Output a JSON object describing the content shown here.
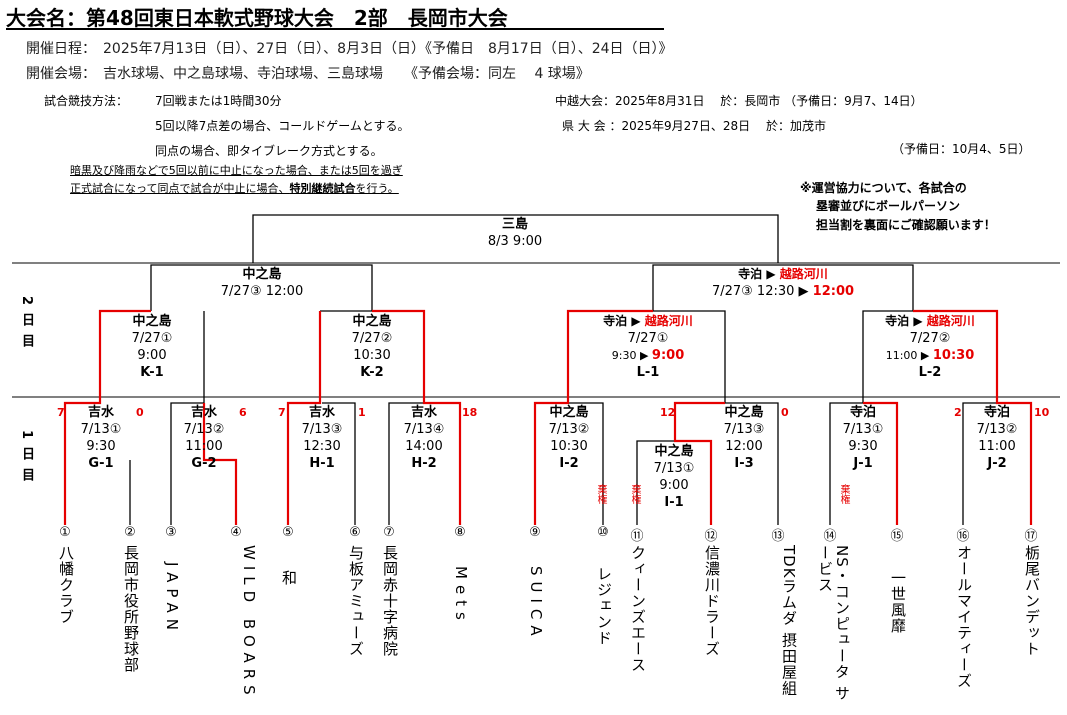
{
  "title": "大会名：第48回東日本軟式野球大会　2部　長岡市大会",
  "dates": "開催日程：　2025年7月13日（日）、27日（日）、8月3日（日）《予備日　8月17日（日）、24日（日）》",
  "venues": "開催会場：　吉水球場、中之島球場、寺泊球場、三島球場　　《予備会場：同左　 4 球場》",
  "rules": {
    "label": "試合競技方法：",
    "line1": "7回戦または1時間30分",
    "line2": "5回以降7点差の場合、コールドゲームとする。",
    "line3": "同点の場合、即タイブレーク方式とする。",
    "note1": "暗黒及び降雨などで5回以前に中止になった場合、または5回を過ぎ",
    "note2a": "正式試合になって同点で試合が中止に場合、",
    "note2b": "特別継続試合",
    "note2c": "を行う。"
  },
  "upper": {
    "chuetsu": "中越大会：2025年8月31日　 於：長岡市 （予備日：9月7、14日）",
    "ken": "県 大 会 ：2025年9月27日、28日　 於：加茂市",
    "ken_reserve": "（予備日：10月4、5日）"
  },
  "notice": {
    "line1": "※運営協力について、各試合の",
    "line2": "塁審並びにボールパーソン",
    "line3": "担当割を裏面にご確認願います！"
  },
  "day_labels": {
    "day2": "2日目",
    "day1": "1日目"
  },
  "final": {
    "venue": "三島",
    "time": "8/3 9:00"
  },
  "semis": {
    "left": {
      "venue": "中之島",
      "time": "7/27③ 12:00"
    },
    "right": {
      "venue_old": "寺泊",
      "arrow": "▶",
      "venue_new": "越路河川",
      "time_old": "7/27③ 12:30",
      "time_arrow": "▶",
      "time_new": "12:00"
    }
  },
  "quarters": {
    "k1": {
      "venue": "中之島",
      "date": "7/27①",
      "time": "9:00",
      "id": "K-1"
    },
    "k2": {
      "venue": "中之島",
      "date": "7/27②",
      "time": "10:30",
      "id": "K-2"
    },
    "l1": {
      "venue_old": "寺泊",
      "arrow": "▶",
      "venue_new": "越路河川",
      "date": "7/27①",
      "time_old": "9:30",
      "time_arrow": "▶",
      "time_new": "9:00",
      "id": "L-1"
    },
    "l2": {
      "venue_old": "寺泊",
      "arrow": "▶",
      "venue_new": "越路河川",
      "date": "7/27②",
      "time_old": "11:00",
      "time_arrow": "▶",
      "time_new": "10:30",
      "id": "L-2"
    }
  },
  "round1": {
    "g1": {
      "venue": "吉水",
      "date": "7/13①",
      "time": "9:30",
      "id": "G-1",
      "score_l": "7",
      "score_r": "0"
    },
    "g2": {
      "venue": "吉水",
      "date": "7/13②",
      "time": "11:00",
      "id": "G-2",
      "score_l": "",
      "score_r": "6"
    },
    "h1": {
      "venue": "吉水",
      "date": "7/13③",
      "time": "12:30",
      "id": "H-1",
      "score_l": "7",
      "score_r": "1"
    },
    "h2": {
      "venue": "吉水",
      "date": "7/13④",
      "time": "14:00",
      "id": "H-2",
      "score_l": "",
      "score_r": "18"
    },
    "i2": {
      "venue": "中之島",
      "date": "7/13②",
      "time": "10:30",
      "id": "I-2",
      "kiken": "棄権"
    },
    "i1": {
      "venue": "中之島",
      "date": "7/13①",
      "time": "9:00",
      "id": "I-1",
      "kiken": "棄権"
    },
    "i3": {
      "venue": "中之島",
      "date": "7/13③",
      "time": "12:00",
      "id": "I-3",
      "score_l": "12",
      "score_r": "0"
    },
    "j1": {
      "venue": "寺泊",
      "date": "7/13①",
      "time": "9:30",
      "id": "J-1",
      "kiken": "棄権"
    },
    "j2": {
      "venue": "寺泊",
      "date": "7/13②",
      "time": "11:00",
      "id": "J-2",
      "score_l": "2",
      "score_r": "10"
    }
  },
  "teams": [
    {
      "num": "①",
      "name": "八幡クラブ"
    },
    {
      "num": "②",
      "name": "長岡市役所野球部"
    },
    {
      "num": "③",
      "name": "JAPAN"
    },
    {
      "num": "④",
      "name": "WILD BOARS"
    },
    {
      "num": "⑤",
      "name": "和"
    },
    {
      "num": "⑥",
      "name": "与板アミューズ"
    },
    {
      "num": "⑦",
      "name": "長岡赤十字病院"
    },
    {
      "num": "⑧",
      "name": "Mets"
    },
    {
      "num": "⑨",
      "name": "SUICA"
    },
    {
      "num": "⑩",
      "name": "レジェンド"
    },
    {
      "num": "⑪",
      "name": "クィーンズエース"
    },
    {
      "num": "⑫",
      "name": "信濃川ドラーズ"
    },
    {
      "num": "⑬",
      "name": "TDKラムダ 摂田屋組"
    },
    {
      "num": "⑭",
      "name": "NS・コンピュータ サービス"
    },
    {
      "num": "⑮",
      "name": "一世風靡"
    },
    {
      "num": "⑯",
      "name": "オールマイティーズ"
    },
    {
      "num": "⑰",
      "name": "栃尾バンデット"
    }
  ]
}
